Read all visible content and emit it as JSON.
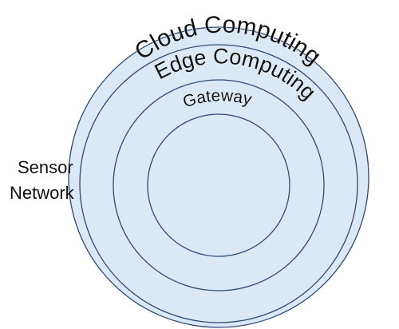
{
  "layers": [
    {
      "label": "Cloud Computing"
    },
    {
      "label": "Edge Computing"
    },
    {
      "label": "Gateway"
    },
    {
      "label": ""
    }
  ],
  "side_label": {
    "line1": "Sensor",
    "line2": "Network"
  },
  "colors": {
    "ring_fill": "#dbe8f5",
    "ring_stroke": "#2e4a78",
    "text": "#111111"
  }
}
